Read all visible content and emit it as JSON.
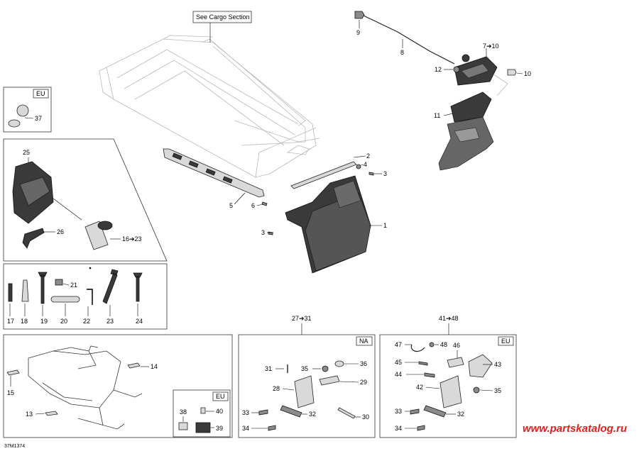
{
  "callouts": {
    "see_cargo": "See Cargo Section",
    "eu1": "EU",
    "eu2": "EU",
    "eu3": "EU",
    "na": "NA",
    "n1": "1",
    "n2": "2",
    "n3a": "3",
    "n3b": "3",
    "n4": "4",
    "n5": "5",
    "n6": "6",
    "n7": "7➔10",
    "n8": "8",
    "n9": "9",
    "n10a": "10",
    "n11": "11",
    "n12": "12",
    "n13": "13",
    "n14": "14",
    "n15": "15",
    "n16": "16➔23",
    "n17": "17",
    "n18": "18",
    "n19": "19",
    "n20": "20",
    "n21": "21",
    "n22": "22",
    "n23": "23",
    "n24": "24",
    "n25": "25",
    "n26": "26",
    "n27": "27➔31",
    "n28": "28",
    "n29": "29",
    "n30": "30",
    "n31": "31",
    "n32a": "32",
    "n33a": "33",
    "n34a": "34",
    "n35a": "35",
    "n36": "36",
    "n37": "37",
    "n38": "38",
    "n39": "39",
    "n40": "40",
    "n41": "41➔48",
    "n42": "42",
    "n43": "43",
    "n44": "44",
    "n45": "45",
    "n46": "46",
    "n47": "47",
    "n48": "48",
    "n32b": "32",
    "n33b": "33",
    "n34b": "34",
    "n35b": "35"
  },
  "figure_code": "37M1374",
  "watermark": "www.partskatalog.ru"
}
